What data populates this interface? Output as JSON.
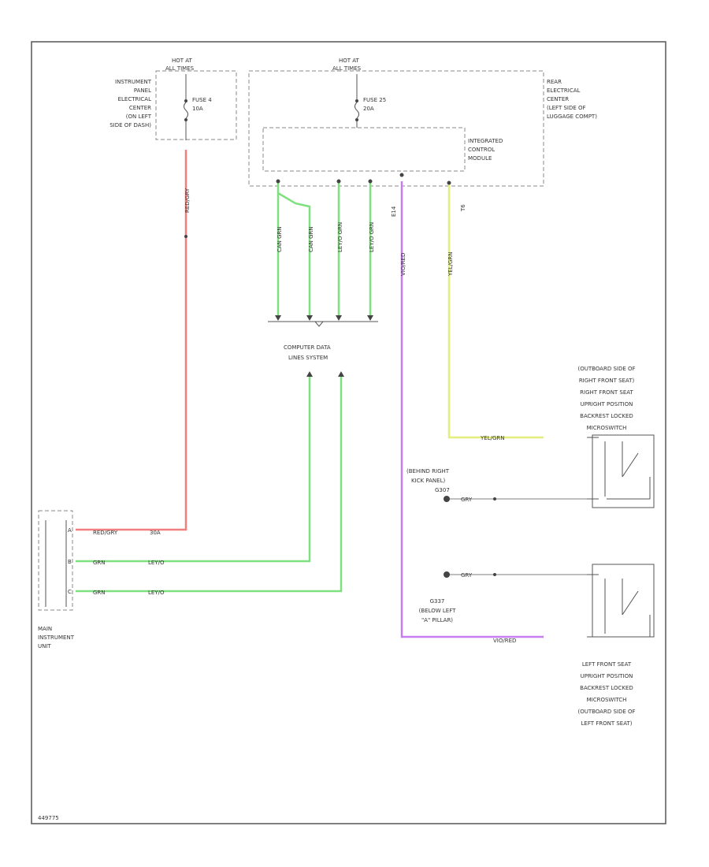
{
  "labels": {
    "fuse_box_left": [
      "INSTRUMENT",
      "PANEL",
      "ELECTRICAL",
      "CENTER",
      "(ON LEFT",
      "SIDE OF DASH)"
    ],
    "hot_at_left": [
      "HOT AT",
      "ALL TIMES"
    ],
    "hot_at_right": [
      "HOT AT",
      "ALL TIMES"
    ],
    "fuse_left": [
      "FUSE 4",
      "10A"
    ],
    "fuse_right": [
      "FUSE 25",
      "20A"
    ],
    "rear_center": [
      "REAR",
      "ELECTRICAL",
      "CENTER",
      "(LEFT SIDE OF",
      "LUGGAGE COMPT)"
    ],
    "icm": [
      "INTEGRATED",
      "CONTROL",
      "MODULE"
    ],
    "computer_data": [
      "COMPUTER DATA",
      "LINES SYSTEM"
    ],
    "main_unit": [
      "MAIN",
      "INSTRUMENT",
      "UNIT"
    ],
    "right_switch": [
      "(OUTBOARD SIDE OF",
      "RIGHT FRONT SEAT)",
      "RIGHT FRONT SEAT",
      "UPRIGHT POSITION",
      "BACKREST LOCKED",
      "MICROSWITCH"
    ],
    "ground_right": [
      "(BEHIND RIGHT",
      "KICK PANEL)",
      "G307"
    ],
    "ground_left": [
      "G337",
      "(BELOW LEFT",
      "\"A\" PILLAR)"
    ],
    "left_switch": [
      "LEFT FRONT SEAT",
      "UPRIGHT POSITION",
      "BACKREST LOCKED",
      "MICROSWITCH",
      "(OUTBOARD SIDE OF",
      "LEFT FRONT SEAT)"
    ],
    "wire_red_vert": "RED/GRY",
    "wire_red_horiz": "RED/GRY",
    "wire_red_circuit": "30A",
    "wire_green_1": "GRN",
    "wire_green_1_circuit": "LEY/O",
    "wire_green_2": "GRN",
    "wire_green_2_circuit": "LEY/O",
    "wire_yellow": "YEL/GRN",
    "wire_violet": "VIO/RED",
    "wire_gray_1": "GRY",
    "wire_gray_2": "GRY",
    "bus_wires": [
      "CAN GRN",
      "CAN GRN",
      "LEY/O GRN",
      "LEY/O GRN"
    ],
    "pin_a": "A",
    "pin_b": "B",
    "pin_c": "C",
    "pin_e14": "E14",
    "pin_t6": "T6",
    "figure_id": "449775"
  },
  "colors": {
    "red_wire": "#f08080",
    "green_wire": "#7ee07e",
    "violet_wire": "#c77cf0",
    "yellow_wire": "#e4ee7c"
  }
}
